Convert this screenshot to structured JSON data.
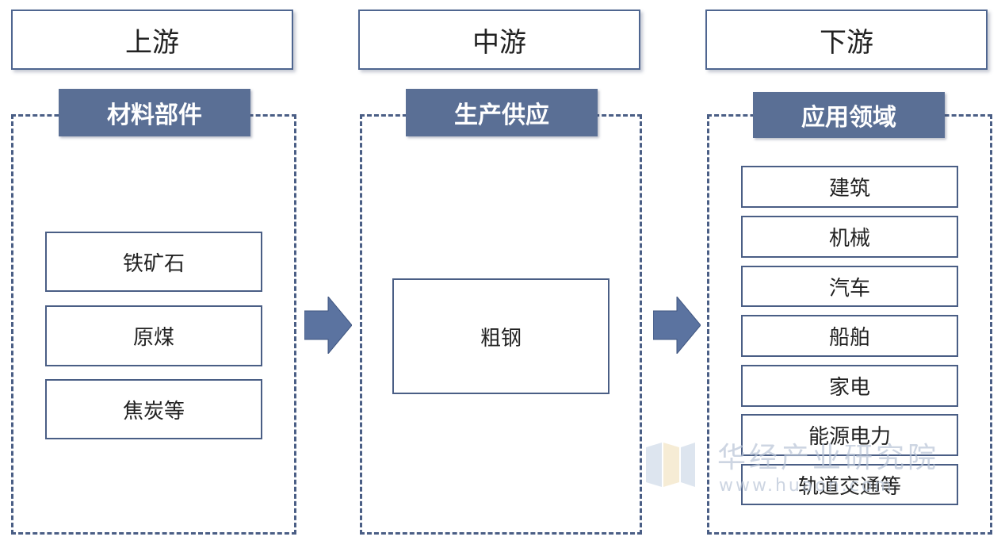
{
  "stages": [
    {
      "header": "上游",
      "group_title": "材料部件",
      "items": [
        "铁矿石",
        "原煤",
        "焦炭等"
      ]
    },
    {
      "header": "中游",
      "group_title": "生产供应",
      "items": [
        "粗钢"
      ]
    },
    {
      "header": "下游",
      "group_title": "应用领域",
      "items": [
        "建筑",
        "机械",
        "汽车",
        "船舶",
        "家电",
        "能源电力",
        "轨道交通等"
      ]
    }
  ],
  "arrows": [
    "arrow-icon",
    "arrow-icon"
  ],
  "watermark": {
    "text": "华经产业研究院",
    "url": "www.huaon.com"
  },
  "colors": {
    "accent": "#5a6f95",
    "border": "#4a5e85",
    "arrow": "#5b73a0"
  }
}
